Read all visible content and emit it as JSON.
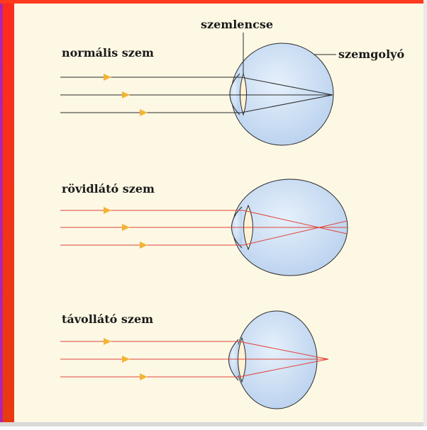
{
  "labels": {
    "lens": "szemlencse",
    "eyeball": "szemgolyó"
  },
  "panels": [
    {
      "title": "normális szem"
    },
    {
      "title": "rövidlátó szem"
    },
    {
      "title": "távollátó szem"
    }
  ],
  "colors": {
    "background": "#fdf8e4",
    "left_bar_top": "#ff2b1f",
    "left_bar_bottom": "#e83a10",
    "left_stripe": "#b023b0",
    "top_bar": "#ff3a1f",
    "eyeball_fill": "#cfe0f4",
    "eyeball_stroke": "#2b2b2b",
    "lens_fill": "#fff2d6",
    "normal_ray": "#2a2a2a",
    "defect_ray": "#e0443a",
    "arrow": "#f2b436"
  }
}
